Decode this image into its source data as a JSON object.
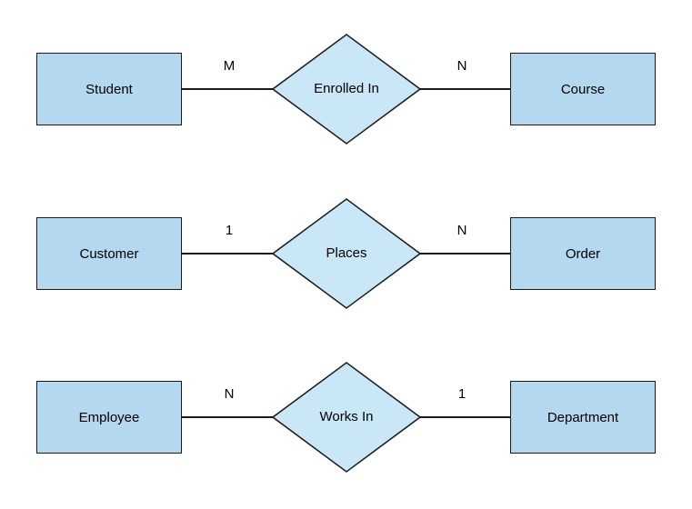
{
  "diagram": {
    "type": "entity-relationship",
    "rows": [
      {
        "left_entity": "Student",
        "left_cardinality": "M",
        "relationship": "Enrolled In",
        "right_cardinality": "N",
        "right_entity": "Course"
      },
      {
        "left_entity": "Customer",
        "left_cardinality": "1",
        "relationship": "Places",
        "right_cardinality": "N",
        "right_entity": "Order"
      },
      {
        "left_entity": "Employee",
        "left_cardinality": "N",
        "relationship": "Works In",
        "right_cardinality": "1",
        "right_entity": "Department"
      }
    ],
    "colors": {
      "entity_fill": "#B3D8F0",
      "relationship_fill": "#C9E7F7",
      "stroke": "#1A1A1A",
      "background": "#FFFFFF"
    }
  }
}
